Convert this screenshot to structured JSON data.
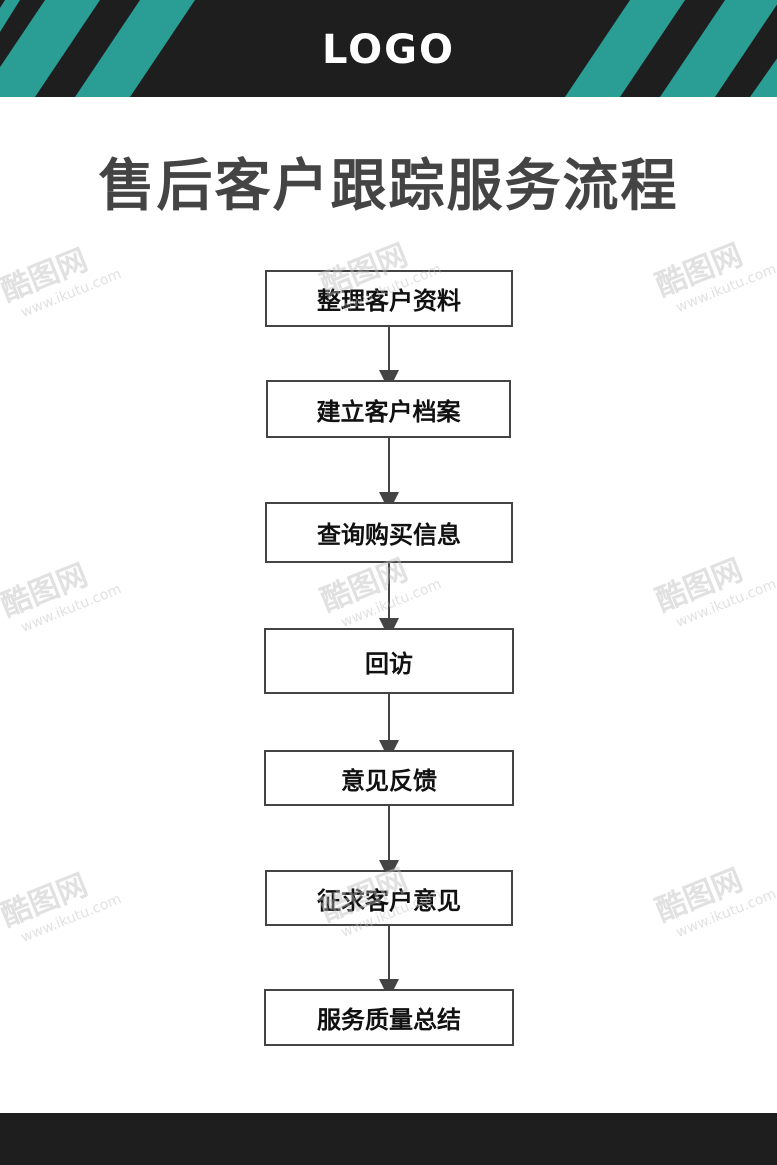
{
  "header": {
    "logo": "LOGO"
  },
  "title": "售后客户跟踪服务流程",
  "steps": [
    "整理客户资料",
    "建立客户档案",
    "查询购买信息",
    "回访",
    "意见反馈",
    "征求客户意见",
    "服务质量总结"
  ],
  "watermark": {
    "mark": "酷图网",
    "url": "www.ikutu.com"
  },
  "colors": {
    "accent": "#2a9d94",
    "dark": "#1e1e1e",
    "title": "#444444"
  }
}
